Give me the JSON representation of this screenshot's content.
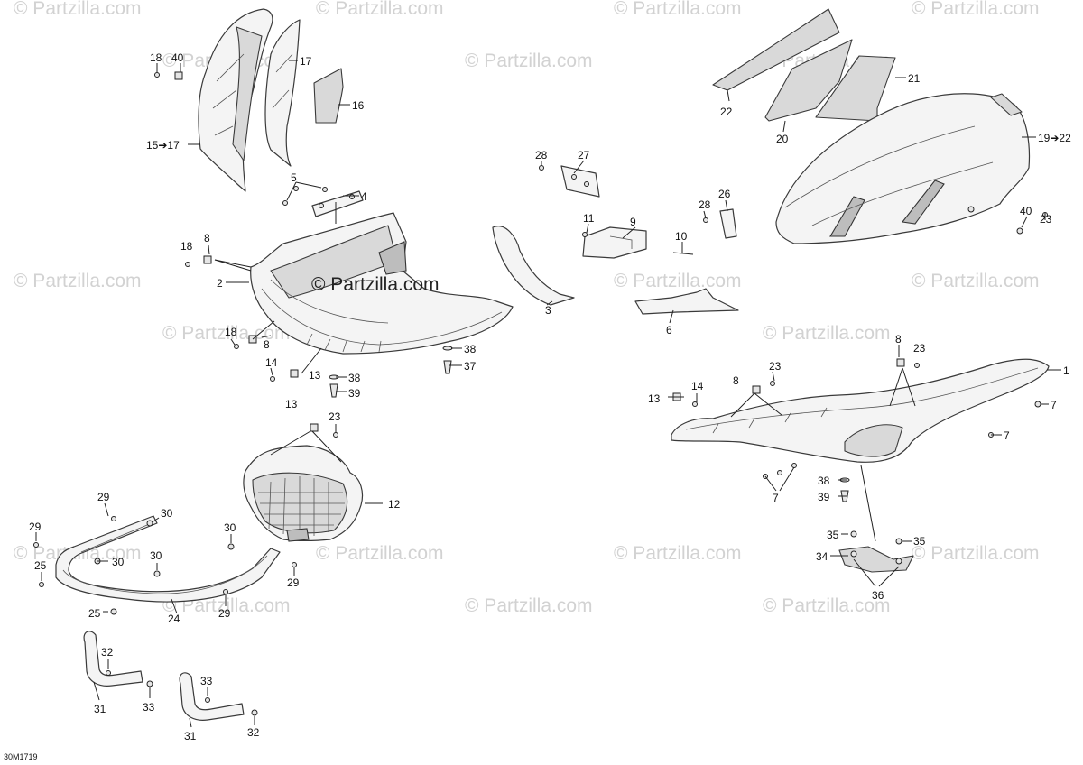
{
  "watermark": {
    "text": "© Partzilla.com",
    "center_text": "© Partzilla.com"
  },
  "drawing_code": "30M1719",
  "callouts": {
    "c1": "1",
    "c2": "2",
    "c3": "3",
    "c4": "4",
    "c5": "5",
    "c6": "6",
    "c7a": "7",
    "c7b": "7",
    "c7c": "7",
    "c8a": "8",
    "c8b": "8",
    "c8c": "8",
    "c8d": "8",
    "c9": "9",
    "c10": "10",
    "c11": "11",
    "c12": "12",
    "c13a": "13",
    "c13b": "13",
    "c13c": "13",
    "c14a": "14",
    "c14b": "14",
    "c15": "15➔17",
    "c16": "16",
    "c17": "17",
    "c18a": "18",
    "c18b": "18",
    "c18c": "18",
    "c19": "19➔22",
    "c20": "20",
    "c21": "21",
    "c22": "22",
    "c23a": "23",
    "c23b": "23",
    "c23c": "23",
    "c23d": "23",
    "c24": "24",
    "c25a": "25",
    "c25b": "25",
    "c26": "26",
    "c27": "27",
    "c28a": "28",
    "c28b": "28",
    "c29a": "29",
    "c29b": "29",
    "c29c": "29",
    "c29d": "29",
    "c30a": "30",
    "c30b": "30",
    "c30c": "30",
    "c30d": "30",
    "c31a": "31",
    "c31b": "31",
    "c32a": "32",
    "c32b": "32",
    "c33a": "33",
    "c33b": "33",
    "c34": "34",
    "c35a": "35",
    "c35b": "35",
    "c36": "36",
    "c37": "37",
    "c38a": "38",
    "c38b": "38",
    "c38c": "38",
    "c39a": "39",
    "c39b": "39",
    "c40a": "40",
    "c40b": "40"
  }
}
